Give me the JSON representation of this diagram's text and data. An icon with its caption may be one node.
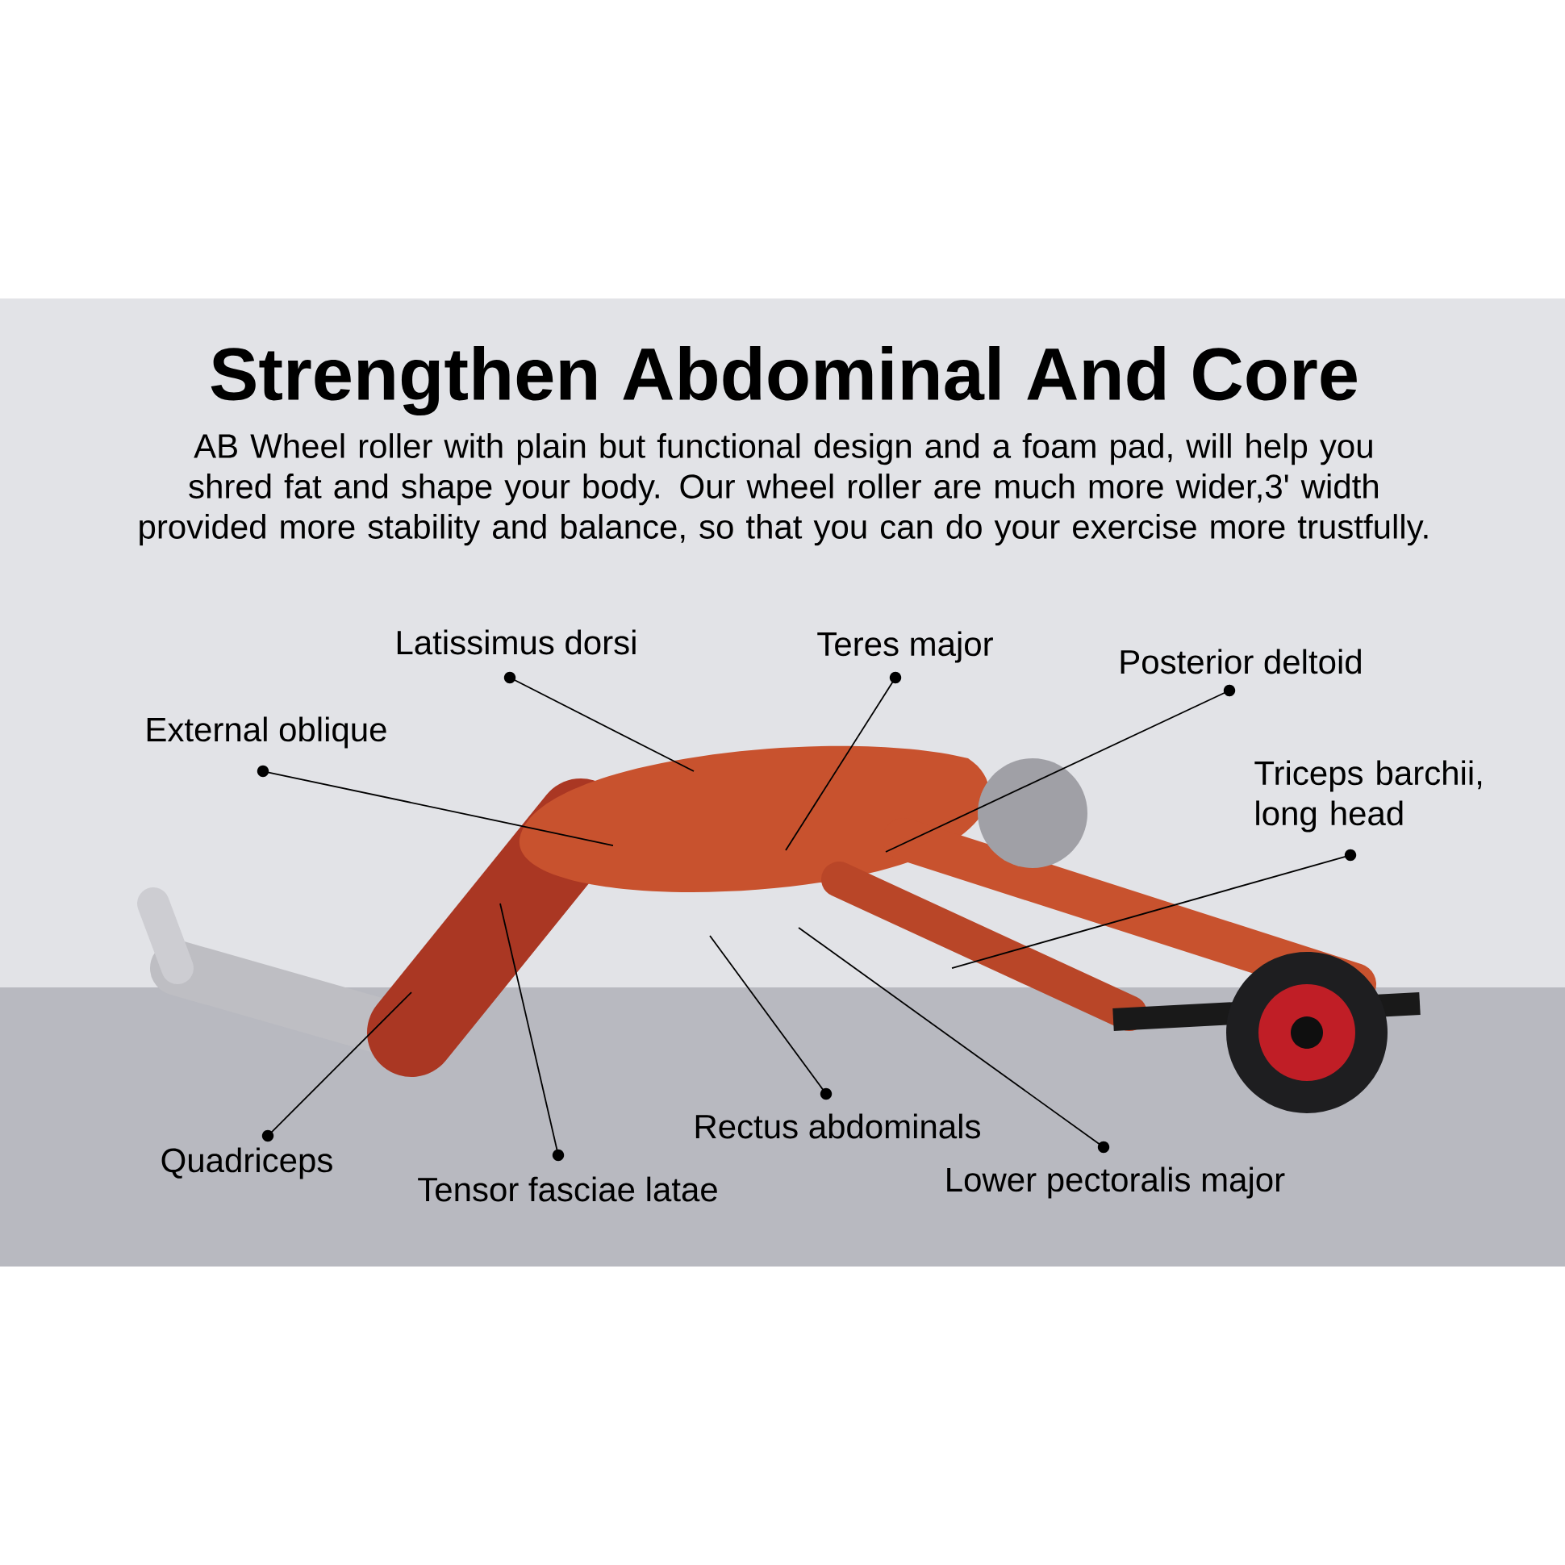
{
  "diagram": {
    "title": "Strengthen Abdominal And Core",
    "nodes": [
      {
        "text": [
          "Latissimus dorsi"
        ]
      },
      {
        "text": [
          "Teres major"
        ]
      },
      {
        "text": [
          "Posterior deltoid"
        ]
      },
      {
        "text": [
          "External oblique"
        ]
      },
      {
        "text": [
          "Triceps barchii, long head"
        ]
      },
      {
        "text": [
          "Quadriceps"
        ]
      },
      {
        "text": [
          "Tensor fasciae latae"
        ]
      },
      {
        "text": [
          "Rectus abdominals"
        ]
      },
      {
        "text": [
          "Lower pectoralis major"
        ]
      },
      {
        "text": [],
        "shape": "picture"
      }
    ],
    "edges": [
      {
        "from": 0,
        "to": 9,
        "arrow": "other"
      },
      {
        "from": 1,
        "to": 9,
        "arrow": "other"
      },
      {
        "from": 2,
        "to": 9,
        "arrow": "other"
      },
      {
        "from": 3,
        "to": 9,
        "arrow": "other"
      },
      {
        "from": 4,
        "to": 9,
        "arrow": "other"
      },
      {
        "from": 5,
        "to": 9,
        "arrow": "other"
      },
      {
        "from": 6,
        "to": 9,
        "arrow": "other"
      },
      {
        "from": 7,
        "to": 9,
        "arrow": "other"
      },
      {
        "from": 8,
        "to": 9,
        "arrow": "other"
      }
    ],
    "labels": [
      "AB Wheel roller with plain but functional design and a foam pad, will help you shred fat and shape your body. Our wheel roller are much more wider,3' width provided more stability and balance, so that you can do your exercise more trustfully."
    ]
  }
}
